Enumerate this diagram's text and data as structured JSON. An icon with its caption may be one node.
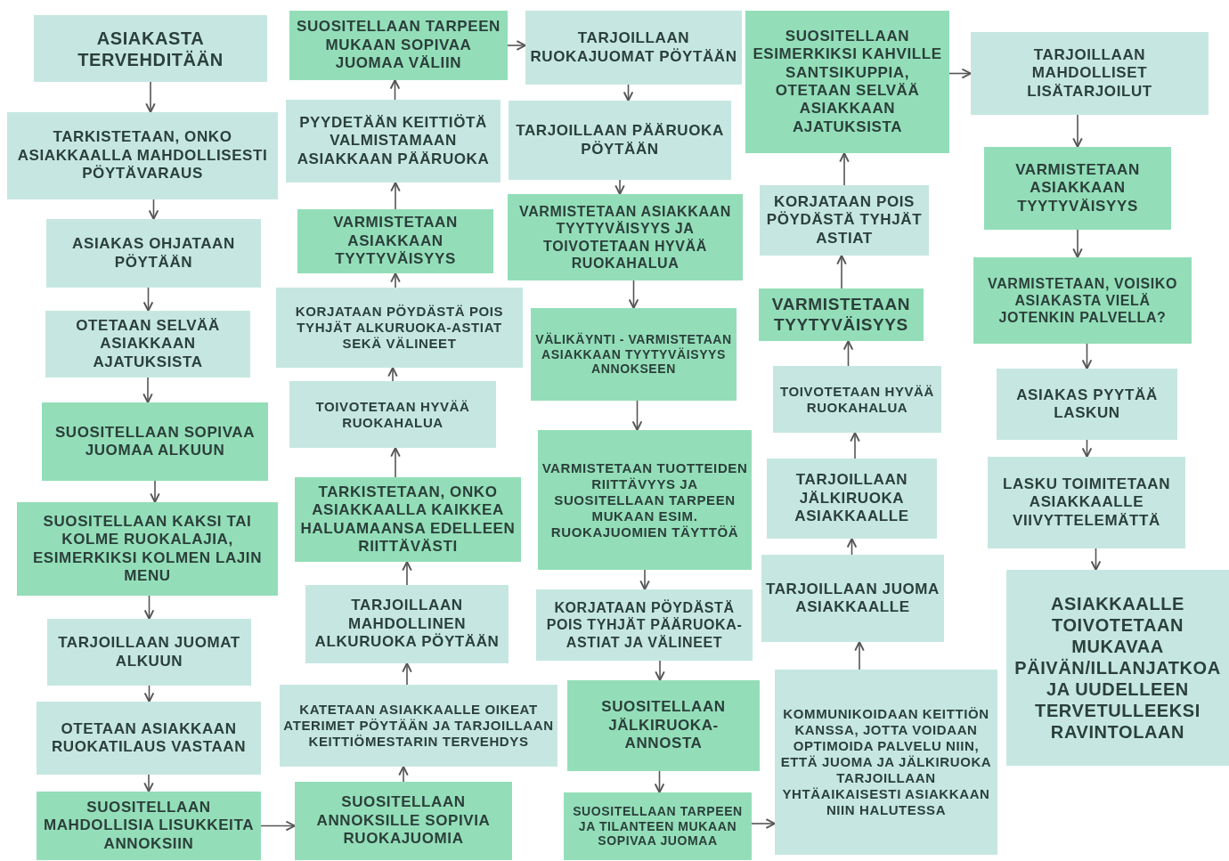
{
  "diagram": {
    "nodes": [
      {
        "text": [
          "ASIAKASTA TERVEHDITÄÄN"
        ]
      },
      {
        "text": [
          "TARKISTETAAN, ONKO ASIAKKAALLA MAHDOLLISESTI PÖYTÄVARAUS"
        ]
      },
      {
        "text": [
          "ASIAKAS OHJATAAN PÖYTÄÄN"
        ]
      },
      {
        "text": [
          "OTETAAN SELVÄÄ ASIAKKAAN AJATUKSISTA"
        ]
      },
      {
        "text": [
          "SUOSITELLAAN SOPIVAA JUOMAA ALKUUN"
        ]
      },
      {
        "text": [
          "SUOSITELLAAN KAKSI TAI KOLME RUOKALAJIA, ESIMERKIKSI KOLMEN LAJIN MENU"
        ]
      },
      {
        "text": [
          "TARJOILLAAN JUOMAT ALKUUN"
        ]
      },
      {
        "text": [
          "OTETAAN ASIAKKAAN RUOKATILAUS VASTAAN"
        ]
      },
      {
        "text": [
          "SUOSITELLAAN MAHDOLLISIA LISUKKEITA ANNOKSIIN"
        ]
      },
      {
        "text": [
          "SUOSITELLAAN TARPEEN MUKAAN SOPIVAA JUOMAA VÄLIIN"
        ]
      },
      {
        "text": [
          "PYYDETÄÄN KEITTIÖTÄ VALMISTAMAAN ASIAKKAAN PÄÄRUOKA"
        ]
      },
      {
        "text": [
          "VARMISTETAAN ASIAKKAAN TYYTYVÄISYYS"
        ]
      },
      {
        "text": [
          "KORJATAAN PÖYDÄSTÄ POIS TYHJÄT ALKURUOKA-ASTIAT SEKÄ VÄLINEET"
        ]
      },
      {
        "text": [
          "TOIVOTETAAN HYVÄÄ RUOKAHALUA"
        ]
      },
      {
        "text": [
          "TARKISTETAAN, ONKO ASIAKKAALLA KAIKKEA HALUAMAANSA EDELLEEN RIITTÄVÄSTI"
        ]
      },
      {
        "text": [
          "TARJOILLAAN MAHDOLLINEN ALKURUOKA PÖYTÄÄN"
        ]
      },
      {
        "text": [
          "KATETAAN ASIAKKAALLE OIKEAT ATERIMET PÖYTÄÄN JA TARJOILLAAN KEITTIÖMESTARIN TERVEHDYS"
        ]
      },
      {
        "text": [
          "SUOSITELLAAN ANNOKSILLE SOPIVIA RUOKAJUOMIA"
        ]
      },
      {
        "text": [
          "TARJOILLAAN RUOKAJUOMAT PÖYTÄÄN"
        ]
      },
      {
        "text": [
          "TARJOILLAAN PÄÄRUOKA PÖYTÄÄN"
        ]
      },
      {
        "text": [
          "VARMISTETAAN ASIAKKAAN TYYTYVÄISYYS JA TOIVOTETAAN HYVÄÄ RUOKAHALUA"
        ]
      },
      {
        "text": [
          "VÄLIKÄYNTI - VARMISTETAAN ASIAKKAAN TYYTYVÄISYYS ANNOKSEEN"
        ]
      },
      {
        "text": [
          "VARMISTETAAN TUOTTEIDEN RIITTÄVYYS JA SUOSITELLAAN TARPEEN MUKAAN ESIM. RUOKAJUOMIEN TÄYTTÖÄ"
        ]
      },
      {
        "text": [
          "KORJATAAN PÖYDÄSTÄ POIS TYHJÄT PÄÄRUOKA-ASTIAT JA VÄLINEET"
        ]
      },
      {
        "text": [
          "SUOSITELLAAN JÄLKIRUOKA-ANNOSTA"
        ]
      },
      {
        "text": [
          "SUOSITELLAAN TARPEEN JA TILANTEEN MUKAAN SOPIVAA JUOMAA"
        ]
      },
      {
        "text": [
          "SUOSITELLAAN ESIMERKIKSI KAHVILLE SANTSIKUPPIA, OTETAAN SELVÄÄ ASIAKKAAN AJATUKSISTA"
        ]
      },
      {
        "text": [
          "KORJATAAN POIS PÖYDÄSTÄ TYHJÄT ASTIAT"
        ]
      },
      {
        "text": [
          "VARMISTETAAN TYYTYVÄISYYS"
        ]
      },
      {
        "text": [
          "TOIVOTETAAN HYVÄÄ RUOKAHALUA"
        ]
      },
      {
        "text": [
          "TARJOILLAAN JÄLKIRUOKA ASIAKKAALLE"
        ]
      },
      {
        "text": [
          "TARJOILLAAN JUOMA ASIAKKAALLE"
        ]
      },
      {
        "text": [
          "KOMMUNIKOIDAAN KEITTIÖN KANSSA, JOTTA VOIDAAN OPTIMOIDA PALVELU NIIN, ETTÄ JUOMA JA JÄLKIRUOKA TARJOILLAAN YHTÄAIKAISESTI ASIAKKAAN NIIN HALUTESSA"
        ]
      },
      {
        "text": [
          "TARJOILLAAN MAHDOLLISET LISÄTARJOILUT"
        ]
      },
      {
        "text": [
          "VARMISTETAAN ASIAKKAAN TYYTYVÄISYYS"
        ]
      },
      {
        "text": [
          "VARMISTETAAN, VOISIKO ASIAKASTA VIELÄ JOTENKIN PALVELLA?"
        ]
      },
      {
        "text": [
          "ASIAKAS PYYTÄÄ LASKUN"
        ]
      },
      {
        "text": [
          "LASKU TOIMITETAAN ASIAKKAALLE VIIVYTTELEMÄTTÄ"
        ]
      },
      {
        "text": [
          "ASIAKKAALLE TOIVOTETAAN MUKAVAA PÄIVÄN/ILLANJATKOA JA UUDELLEEN TERVETULLEEKSI RAVINTOLAAN"
        ]
      }
    ],
    "edges": [
      {
        "from": 0,
        "to": 1,
        "arrow": "to"
      },
      {
        "from": 1,
        "to": 2,
        "arrow": "to"
      },
      {
        "from": 2,
        "to": 3,
        "arrow": "to"
      },
      {
        "from": 3,
        "to": 4,
        "arrow": "to"
      },
      {
        "from": 4,
        "to": 5,
        "arrow": "to"
      },
      {
        "from": 5,
        "to": 6,
        "arrow": "to"
      },
      {
        "from": 6,
        "to": 7,
        "arrow": "to"
      },
      {
        "from": 7,
        "to": 8,
        "arrow": "to"
      },
      {
        "from": 8,
        "to": 17,
        "arrow": "to"
      },
      {
        "from": 17,
        "to": 16,
        "arrow": "to"
      },
      {
        "from": 16,
        "to": 15,
        "arrow": "to"
      },
      {
        "from": 15,
        "to": 14,
        "arrow": "to"
      },
      {
        "from": 14,
        "to": 13,
        "arrow": "to"
      },
      {
        "from": 13,
        "to": 12,
        "arrow": "to"
      },
      {
        "from": 12,
        "to": 11,
        "arrow": "to"
      },
      {
        "from": 11,
        "to": 10,
        "arrow": "to"
      },
      {
        "from": 10,
        "to": 9,
        "arrow": "to"
      },
      {
        "from": 9,
        "to": 18,
        "arrow": "to"
      },
      {
        "from": 18,
        "to": 19,
        "arrow": "to"
      },
      {
        "from": 19,
        "to": 20,
        "arrow": "to"
      },
      {
        "from": 20,
        "to": 21,
        "arrow": "to"
      },
      {
        "from": 21,
        "to": 22,
        "arrow": "to"
      },
      {
        "from": 22,
        "to": 23,
        "arrow": "to"
      },
      {
        "from": 23,
        "to": 24,
        "arrow": "to"
      },
      {
        "from": 24,
        "to": 25,
        "arrow": "to"
      },
      {
        "from": 25,
        "to": 32,
        "arrow": "to"
      },
      {
        "from": 32,
        "to": 31,
        "arrow": "to"
      },
      {
        "from": 31,
        "to": 30,
        "arrow": "to"
      },
      {
        "from": 30,
        "to": 29,
        "arrow": "to"
      },
      {
        "from": 29,
        "to": 28,
        "arrow": "to"
      },
      {
        "from": 28,
        "to": 27,
        "arrow": "to"
      },
      {
        "from": 27,
        "to": 26,
        "arrow": "to"
      },
      {
        "from": 26,
        "to": 33,
        "arrow": "to"
      },
      {
        "from": 33,
        "to": 34,
        "arrow": "to"
      },
      {
        "from": 34,
        "to": 35,
        "arrow": "to"
      },
      {
        "from": 35,
        "to": 36,
        "arrow": "to"
      },
      {
        "from": 36,
        "to": 37,
        "arrow": "to"
      },
      {
        "from": 37,
        "to": 38,
        "arrow": "to"
      }
    ]
  }
}
